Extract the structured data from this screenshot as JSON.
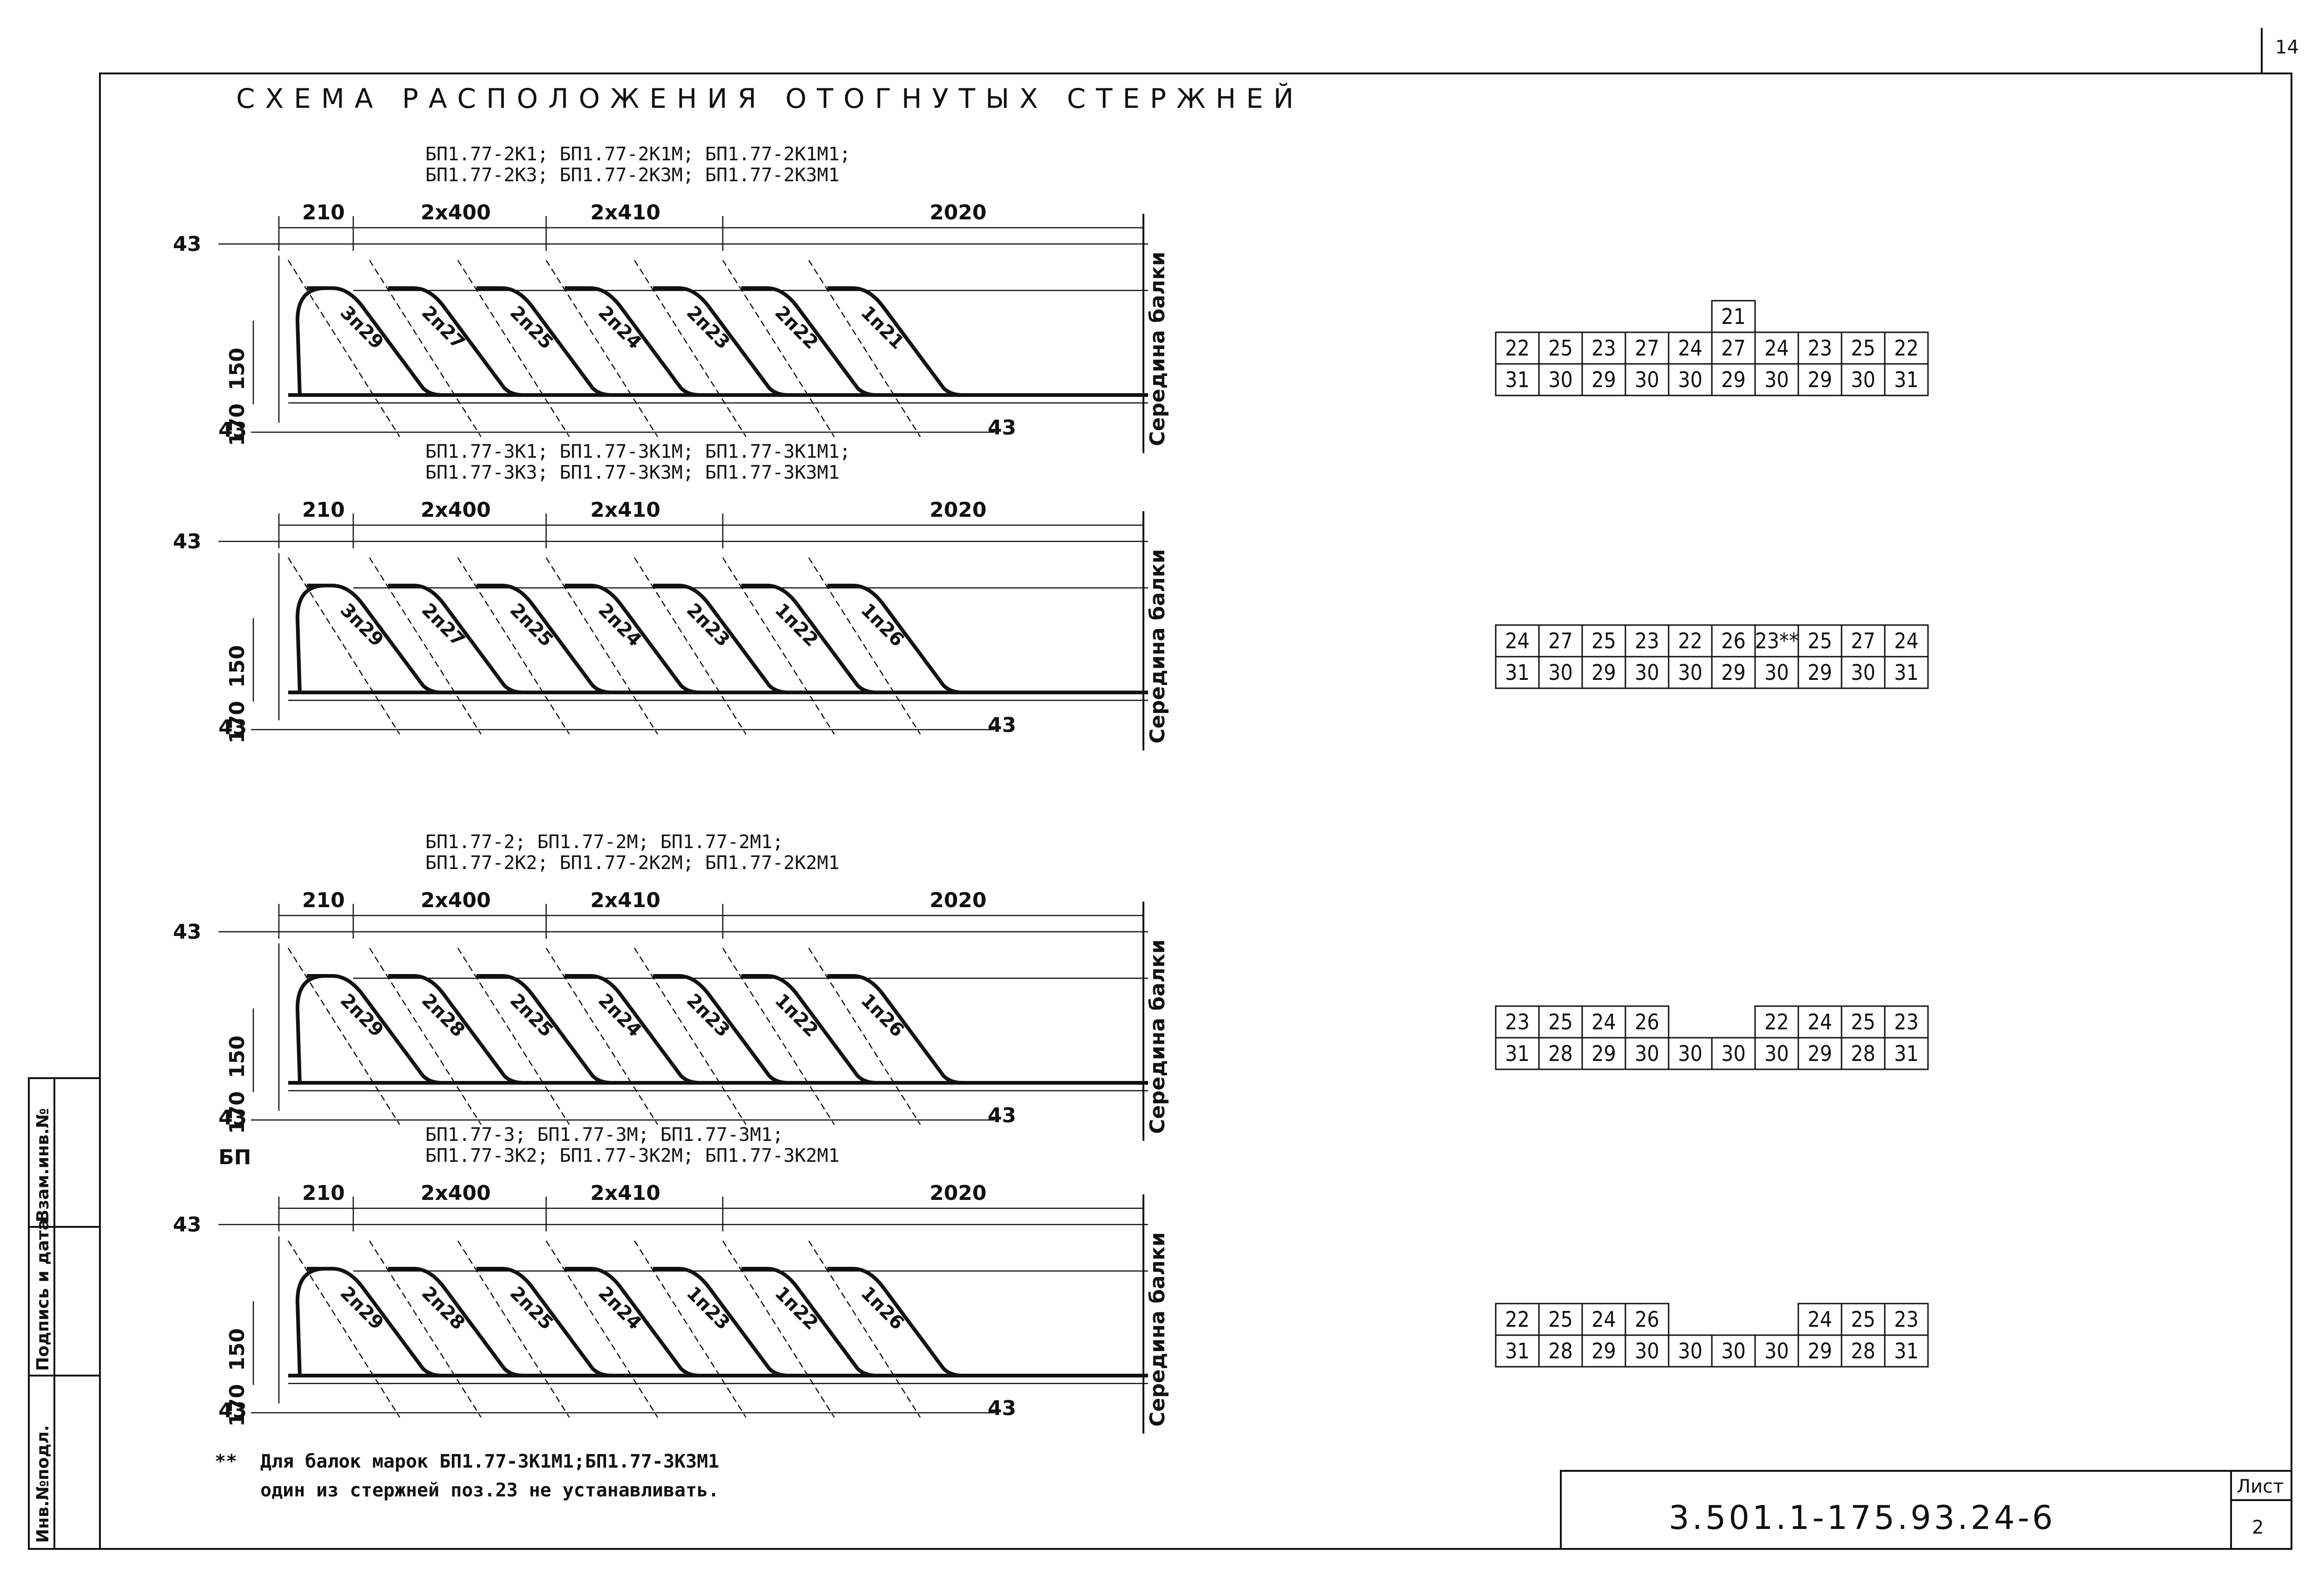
{
  "sheet": {
    "page_number": "14",
    "title": "СХЕМА РАСПОЛОЖЕНИЯ ОТОГНУТЫХ СТЕРЖНЕЙ",
    "doc_code": "3.501.1-175.93.24-6",
    "list_label": "Лист",
    "list_value": "2",
    "side_labels": [
      "Инв.№подл.",
      "Подпись и дата",
      "Взам.инв.№"
    ]
  },
  "schemes": [
    {
      "header": [
        "БП1.77-2К1; БП1.77-2К1М; БП1.77-2К1М1;",
        "БП1.77-2К3; БП1.77-2К3М; БП1.77-2К3М1"
      ],
      "dims": [
        "210",
        "2x400",
        "2x410",
        "2020"
      ],
      "bars": [
        "3п29",
        "2п27",
        "2п25",
        "2п24",
        "2п23",
        "2п22",
        "1п21"
      ],
      "heights": [
        "150",
        "170"
      ],
      "edge": "43",
      "middle": "Середина балки",
      "extra": "",
      "grid_top_row": [
        "",
        "",
        "",
        "",
        "",
        "21",
        "",
        "",
        "",
        ""
      ],
      "grid_row1": [
        "22",
        "25",
        "23",
        "27",
        "24",
        "27",
        "24",
        "23",
        "25",
        "22"
      ],
      "grid_row2": [
        "31",
        "30",
        "29",
        "30",
        "30",
        "29",
        "30",
        "29",
        "30",
        "31"
      ]
    },
    {
      "header": [
        "БП1.77-3К1; БП1.77-3К1М; БП1.77-3К1М1;",
        "БП1.77-3К3; БП1.77-3К3М; БП1.77-3К3М1"
      ],
      "dims": [
        "210",
        "2x400",
        "2x410",
        "2020"
      ],
      "bars": [
        "3п29",
        "2п27",
        "2п25",
        "2п24",
        "2п23",
        "1п22",
        "1п26"
      ],
      "heights": [
        "150",
        "170"
      ],
      "edge": "43",
      "middle": "Середина балки",
      "extra": "",
      "grid_top_row": [],
      "grid_row1": [
        "24",
        "27",
        "25",
        "23",
        "22",
        "26",
        "23**",
        "25",
        "27",
        "24"
      ],
      "grid_row2": [
        "31",
        "30",
        "29",
        "30",
        "30",
        "29",
        "30",
        "29",
        "30",
        "31"
      ]
    },
    {
      "header": [
        "БП1.77-2; БП1.77-2М; БП1.77-2М1;",
        "БП1.77-2К2; БП1.77-2К2М; БП1.77-2К2М1"
      ],
      "dims": [
        "210",
        "2x400",
        "2x410",
        "2020"
      ],
      "bars": [
        "2п29",
        "2п28",
        "2п25",
        "2п24",
        "2п23",
        "1п22",
        "1п26"
      ],
      "heights": [
        "150",
        "170"
      ],
      "edge": "43",
      "middle": "Середина балки",
      "extra": "БП",
      "grid_top_row": [],
      "grid_row1": [
        "23",
        "25",
        "24",
        "26",
        "",
        "",
        "22",
        "24",
        "25",
        "23"
      ],
      "grid_row2": [
        "31",
        "28",
        "29",
        "30",
        "30",
        "30",
        "30",
        "29",
        "28",
        "31"
      ]
    },
    {
      "header": [
        "БП1.77-3; БП1.77-3М; БП1.77-3М1;",
        "БП1.77-3К2; БП1.77-3К2М; БП1.77-3К2М1"
      ],
      "dims": [
        "210",
        "2x400",
        "2x410",
        "2020"
      ],
      "bars": [
        "2п29",
        "2п28",
        "2п25",
        "2п24",
        "1п23",
        "1п22",
        "1п26"
      ],
      "heights": [
        "150",
        "170"
      ],
      "edge": "43",
      "middle": "Середина балки",
      "extra": "",
      "grid_top_row": [],
      "grid_row1": [
        "22",
        "25",
        "24",
        "26",
        "",
        "",
        "",
        "24",
        "25",
        "23"
      ],
      "grid_row2": [
        "31",
        "28",
        "29",
        "30",
        "30",
        "30",
        "30",
        "29",
        "28",
        "31"
      ]
    }
  ],
  "note": {
    "mark": "**",
    "line1": "Для балок марок БП1.77-3К1М1;БП1.77-3К3М1",
    "line2": "один из стержней поз.23 не устанавливать."
  }
}
